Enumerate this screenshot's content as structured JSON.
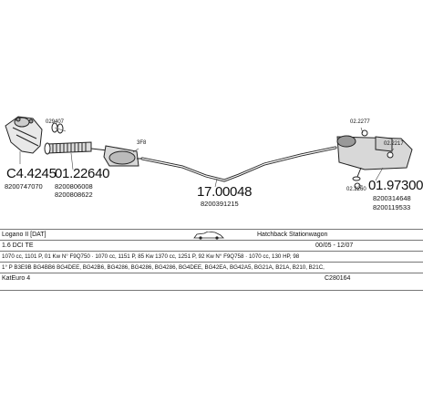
{
  "parts": {
    "p1_code": "C4.4245",
    "p1_oem": "8200747070",
    "p2_clip": "029407",
    "p2_code": "01.22640",
    "p2_oem_a": "8200806008",
    "p2_oem_b": "8200808622",
    "p3_code": "17.00048",
    "p3_oem": "8200391215",
    "p4_clip_a": "02.2277",
    "p4_clip_b": "02.2217",
    "p4_clip_c": "02.2260",
    "p4_code": "01.97300",
    "p4_oem_a": "8200314648",
    "p4_oem_b": "8200119533",
    "tag": "3F8"
  },
  "info": {
    "model": "Logano II [DAT]",
    "body": "Hatchback Stationwagon",
    "engine": "1.6 DCI TE",
    "dates": "00/05 - 12/07",
    "spec_line": "1070 cc, 1101 P, 01 Kw N° F9Q750 · 1070 cc, 1151 P, 85 Kw 1370 cc, 1251 P, 92 Kw N° F9Q758 · 1070 cc, 130 HP, 98",
    "codes_line": "1° P B3E9B BG4BB6 BG4DEE, BG42B6, BG4286, BG4286, BG4286, BG4DEE, BG42EA, BG42A5, BG21A, B21A, B210, B21C,",
    "catalyst": "KatEuro 4",
    "code_ref": "C280164"
  }
}
